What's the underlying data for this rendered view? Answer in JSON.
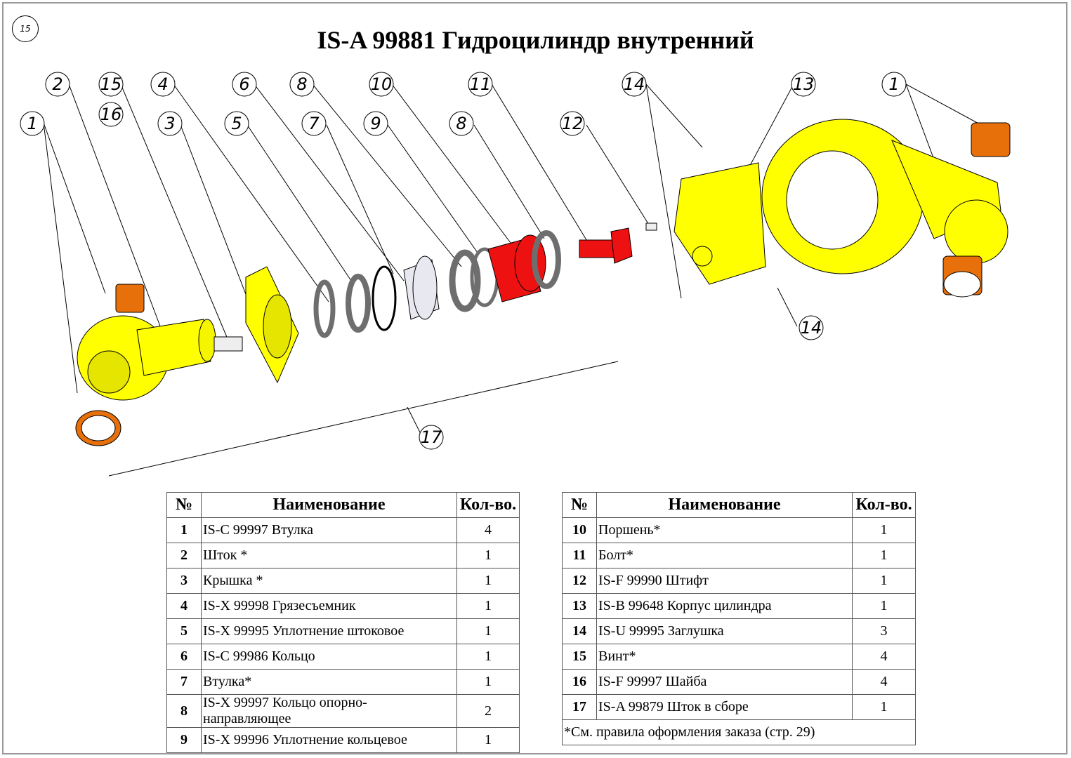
{
  "page_number": "15",
  "title": "IS-A 99881 Гидроцилиндр внутренний",
  "balloons": [
    "1",
    "2",
    "15",
    "16",
    "4",
    "3",
    "6",
    "5",
    "8",
    "7",
    "10",
    "9",
    "11",
    "8",
    "12",
    "14",
    "13",
    "1",
    "14",
    "17"
  ],
  "colors": {
    "housing": "#ffff00",
    "bushing": "#e8700a",
    "piston": "#ee1111",
    "seal": "#6e6e6e",
    "sleeve": "#e8e8f0"
  },
  "table_headers": {
    "no": "№",
    "name": "Наименование",
    "qty": "Кол-во."
  },
  "parts_left": [
    {
      "no": "1",
      "name": "IS-C 99997 Втулка",
      "qty": "4"
    },
    {
      "no": "2",
      "name": "Шток *",
      "qty": "1"
    },
    {
      "no": "3",
      "name": "Крышка *",
      "qty": "1"
    },
    {
      "no": "4",
      "name": "IS-X 99998 Грязесъемник",
      "qty": "1"
    },
    {
      "no": "5",
      "name": "IS-X 99995 Уплотнение штоковое",
      "qty": "1"
    },
    {
      "no": "6",
      "name": "IS-C 99986 Кольцо",
      "qty": "1"
    },
    {
      "no": "7",
      "name": "Втулка*",
      "qty": "1"
    },
    {
      "no": "8",
      "name": "IS-X 99997 Кольцо опорно-направляющее",
      "qty": "2"
    },
    {
      "no": "9",
      "name": "IS-X 99996 Уплотнение кольцевое",
      "qty": "1"
    }
  ],
  "parts_right": [
    {
      "no": "10",
      "name": "Поршень*",
      "qty": "1"
    },
    {
      "no": "11",
      "name": "Болт*",
      "qty": "1"
    },
    {
      "no": "12",
      "name": "IS-F 99990 Штифт",
      "qty": "1"
    },
    {
      "no": "13",
      "name": "IS-B 99648 Корпус цилиндра",
      "qty": "1"
    },
    {
      "no": "14",
      "name": "IS-U  99995 Заглушка",
      "qty": "3"
    },
    {
      "no": "15",
      "name": "Винт*",
      "qty": "4"
    },
    {
      "no": "16",
      "name": "IS-F 99997 Шайба",
      "qty": "4"
    },
    {
      "no": "17",
      "name": "IS-A 99879 Шток в сборе",
      "qty": "1"
    }
  ],
  "footnote": "*См. правила оформления заказа (стр. 29)"
}
